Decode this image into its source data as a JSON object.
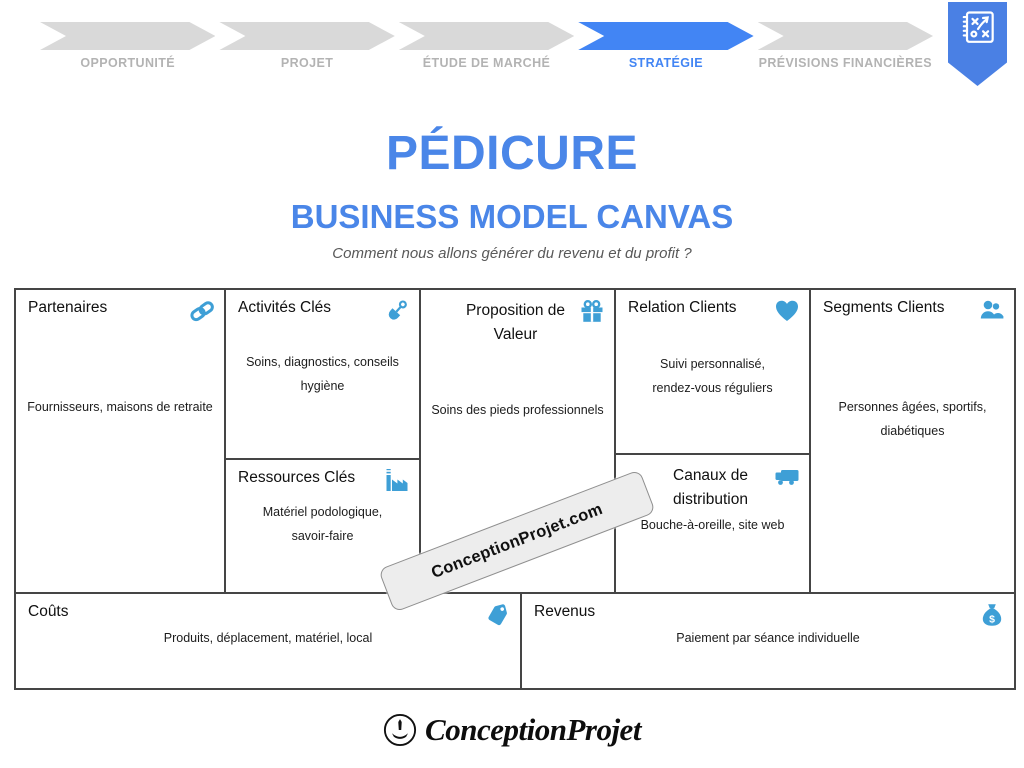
{
  "process_bar": {
    "steps": [
      {
        "label": "OPPORTUNITÉ",
        "active": false
      },
      {
        "label": "PROJET",
        "active": false
      },
      {
        "label": "ÉTUDE DE MARCHÉ",
        "active": false
      },
      {
        "label": "STRATÉGIE",
        "active": true
      },
      {
        "label": "PRÉVISIONS FINANCIÈRES",
        "active": false
      }
    ]
  },
  "badge": {
    "icon": "strategy-playbook-icon"
  },
  "header": {
    "title": "PÉDICURE",
    "subtitle": "BUSINESS MODEL CANVAS",
    "tagline": "Comment nous allons générer du revenu et du profit ?"
  },
  "canvas": {
    "panels": [
      {
        "id": "partenaires",
        "title": "Partenaires",
        "icon": "link-icon",
        "body": "Fournisseurs, maisons de retraite"
      },
      {
        "id": "activites",
        "title": "Activités Clés",
        "icon": "shovel-icon",
        "body": "Soins, diagnostics, conseils hygiène"
      },
      {
        "id": "ressources",
        "title": "Ressources Clés",
        "icon": "factory-icon",
        "body": "Matériel podologique, savoir-faire"
      },
      {
        "id": "proposition",
        "title": "Proposition de Valeur",
        "icon": "gift-icon",
        "body": "Soins des pieds professionnels"
      },
      {
        "id": "relation",
        "title": "Relation Clients",
        "icon": "heart-icon",
        "body": "Suivi personnalisé, rendez-vous réguliers"
      },
      {
        "id": "canaux",
        "title": "Canaux de distribution",
        "icon": "truck-icon",
        "body": "Bouche-à-oreille, site web"
      },
      {
        "id": "segments",
        "title": "Segments Clients",
        "icon": "users-icon",
        "body": "Personnes âgées, sportifs, diabétiques"
      },
      {
        "id": "couts",
        "title": "Coûts",
        "icon": "tag-icon",
        "body": "Produits, déplacement, matériel, local"
      },
      {
        "id": "revenus",
        "title": "Revenus",
        "icon": "moneybag-icon",
        "body": "Paiement par séance individuelle"
      }
    ]
  },
  "watermark": {
    "text": "ConceptionProjet.com"
  },
  "footer": {
    "brand": "ConceptionProjet"
  },
  "colors": {
    "accent_blue": "#4285F4",
    "title_blue": "#4A86E8",
    "icon_blue": "#3E9FD6",
    "chevron_gray": "#D9D9D9",
    "label_gray": "#B3B3B3",
    "border_dark": "#454545"
  }
}
